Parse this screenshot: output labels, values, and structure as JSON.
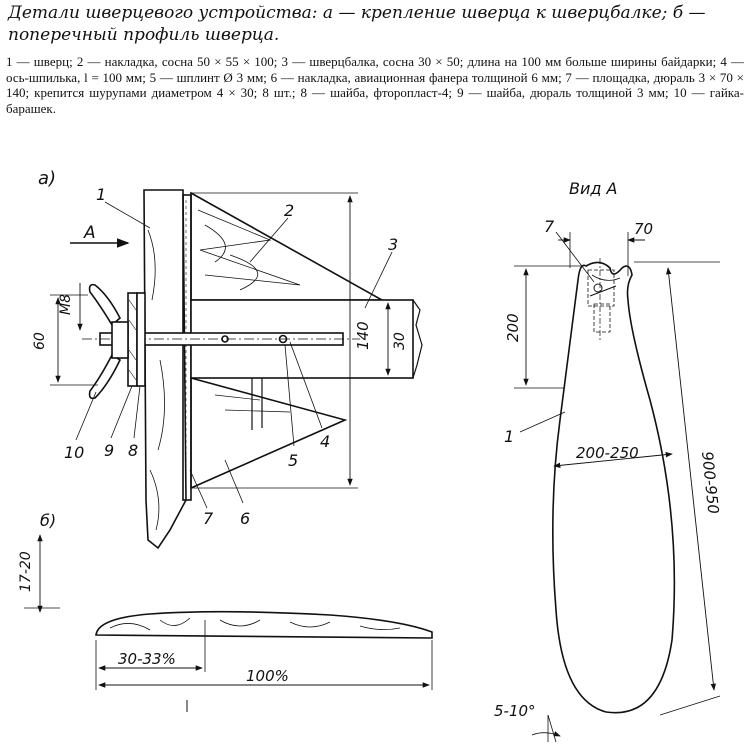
{
  "title": "Детали шверцевого устройства: а — крепление шверца к шверцбалке; б — поперечный профиль шверца.",
  "caption": "1 — шверц; 2 — накладка, сосна 50 × 55 × 100; 3 — шверцбалка, сосна 30 × 50; длина на 100 мм больше ширины байдарки; 4 — ось-шпилька, l = 100 мм; 5 — шплинт Ø 3 мм; 6 — накладка, авиационная фанера толщиной 6 мм; 7 — площадка, дюраль 3 × 70 × 140; крепится шурупами диаметром 4 × 30; 8 шт.; 8 — шайба, фторопласт-4; 9 — шайба, дюраль толщиной 3 мм; 10 — гайка-барашек.",
  "fig_a": {
    "label": "а)",
    "arrow_label": "А",
    "dim_m8": "М8",
    "dim_60": "60",
    "dim_140": "140",
    "dim_30": "30",
    "parts": [
      "1",
      "2",
      "3",
      "4",
      "5",
      "6",
      "7",
      "8",
      "9",
      "10"
    ]
  },
  "fig_b": {
    "label": "б)",
    "dim_thickness": "17-20",
    "dim_max": "30-33%",
    "dim_chord": "100%"
  },
  "view_a": {
    "label": "Вид А",
    "part_7": "7",
    "part_1": "1",
    "dim_70": "70",
    "dim_200": "200",
    "dim_width": "200-250",
    "dim_length": "900-950",
    "dim_angle": "5-10°"
  }
}
